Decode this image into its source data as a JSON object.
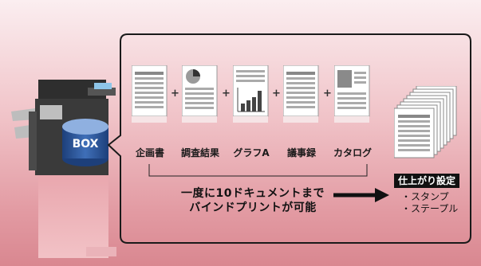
{
  "machine": {
    "box_label": "BOX"
  },
  "documents": [
    {
      "label": "企画書",
      "kind": "text-doc-icon"
    },
    {
      "label": "調査結果",
      "kind": "pie-chart-doc-icon"
    },
    {
      "label": "グラフA",
      "kind": "bar-chart-doc-icon"
    },
    {
      "label": "議事録",
      "kind": "text-doc-icon"
    },
    {
      "label": "カタログ",
      "kind": "catalog-doc-icon"
    }
  ],
  "plus_sign": "+",
  "caption": {
    "line1": "一度に10ドキュメントまで",
    "line2": "バインドプリントが可能"
  },
  "finishing": {
    "title": "仕上がり設定",
    "options": [
      "・スタンプ",
      "・ステープル"
    ]
  },
  "colors": {
    "background_top": "#fbeef0",
    "background_bottom": "#d98790",
    "panel_border": "#1a1a1a",
    "arrow": "#111111"
  }
}
